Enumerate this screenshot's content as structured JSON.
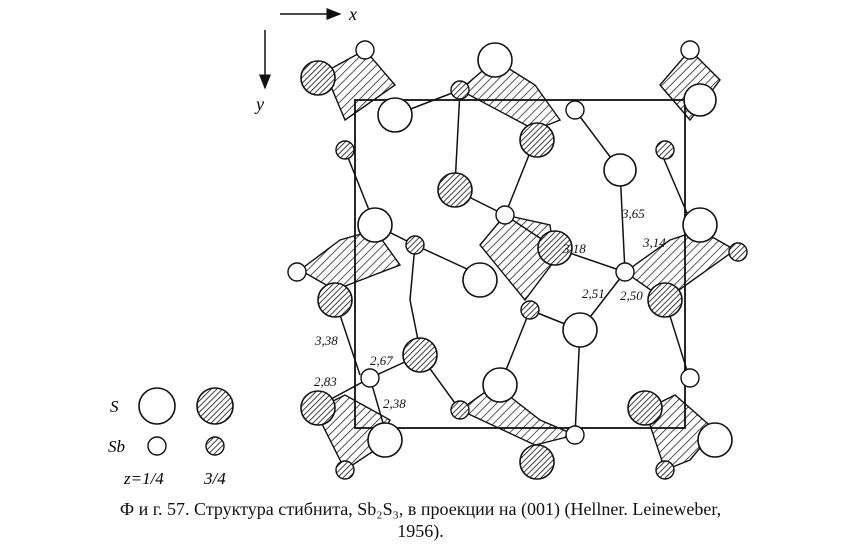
{
  "axes": {
    "x_label": "x",
    "y_label": "y"
  },
  "distances": [
    "3,65",
    "3,18",
    "3,14",
    "2,51",
    "2,50",
    "3,38",
    "2,67",
    "2,83",
    "2,38"
  ],
  "legend": {
    "s_label": "S",
    "sb_label": "Sb",
    "z_low": "z=1/4",
    "z_high": "3/4"
  },
  "caption": {
    "line1": "Ф и г. 57. Структура стибнита, Sb₂S₃, в проекции на (001) (Hellner. Leineweber,",
    "line2": "1956)."
  },
  "colors": {
    "ink": "#111111",
    "paper": "#ffffff"
  }
}
